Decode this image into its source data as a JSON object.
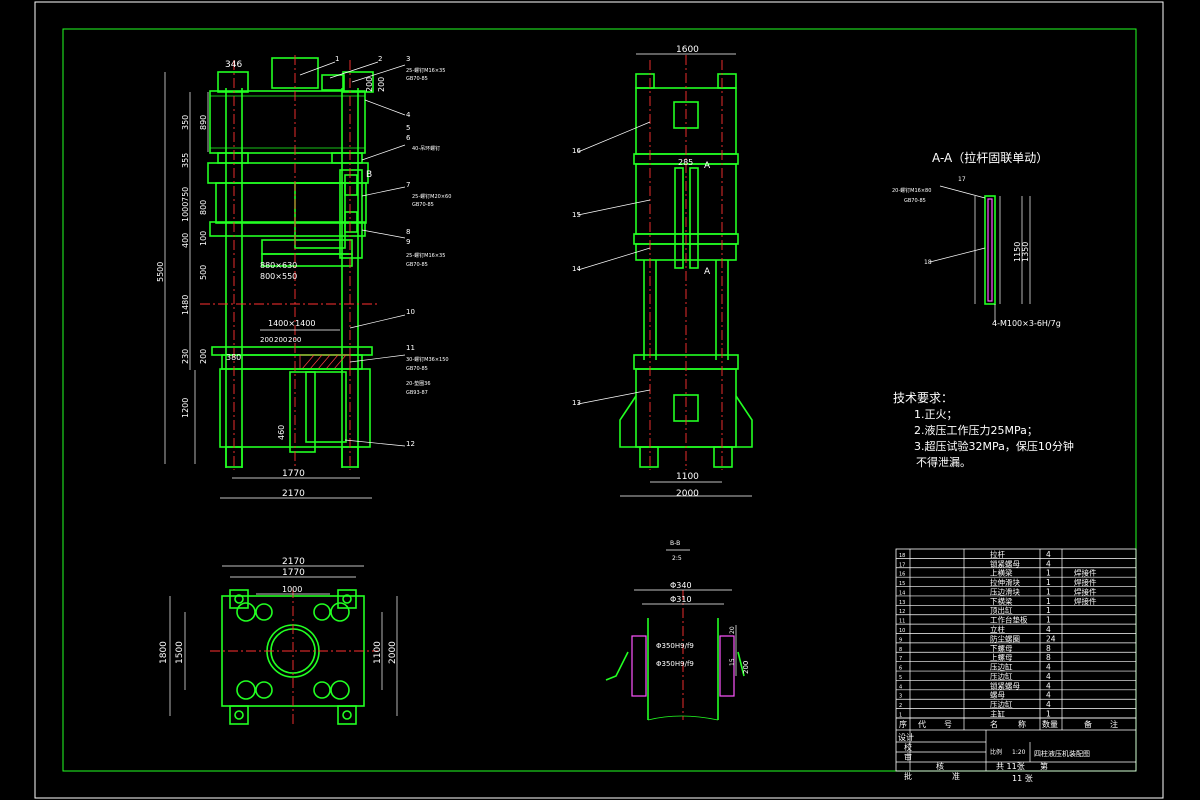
{
  "colors": {
    "background": "#000000",
    "outline": "#22ff22",
    "centerline": "#ff3030",
    "dimension": "#ffffff",
    "section": "#ff55ff"
  },
  "front_view": {
    "dims_top": [
      "346",
      "200",
      "200"
    ],
    "dims_left": [
      "350",
      "890",
      "355",
      "750",
      "1000",
      "800",
      "400",
      "100",
      "500",
      "1480",
      "230",
      "200",
      "1200",
      "5500"
    ],
    "dims_inner": [
      "880×630",
      "800×550",
      "1400×1400",
      "200",
      "200",
      "200",
      "380",
      "460"
    ],
    "dim_1770": "1770",
    "dim_2170": "2170",
    "callouts": [
      "1",
      "2",
      "3",
      "4",
      "5",
      "6",
      "7",
      "8",
      "9",
      "10",
      "11",
      "12"
    ],
    "callout_notes": [
      "25-螺钉M16×35",
      "GB70-85",
      "40-吊环螺钉",
      "25-螺钉M20×60",
      "GB70-85",
      "25-螺钉M16×35",
      "GB70-85",
      "30-螺钉M36×150",
      "GB70-85",
      "20-垫圈36",
      "GB93-87"
    ],
    "section_mark": "B"
  },
  "side_view": {
    "dim_top": "1600",
    "dim_285": "285",
    "dim_1100": "1100",
    "dim_2000": "2000",
    "callouts": [
      "16",
      "15",
      "14",
      "13"
    ],
    "section_mark": "A"
  },
  "section_aa": {
    "title": "A-A（拉杆固联单动）",
    "callouts": [
      "17",
      "18"
    ],
    "notes": [
      "20-螺钉M16×80",
      "GB70-85"
    ],
    "dims": [
      "1150",
      "1350"
    ],
    "thread": "4-M100×3-6H/7g"
  },
  "tech_req": {
    "heading": "技术要求：",
    "items": [
      "1.正火；",
      "2.液压工作压力25MPa；",
      "3.超压试验32MPa，保压10分钟",
      "不得泄漏。"
    ]
  },
  "plan_view": {
    "dim_2170": "2170",
    "dim_1770": "1770",
    "dim_1000": "1000",
    "dims_left": [
      "1800",
      "1500"
    ],
    "dims_right": [
      "1100",
      "2000"
    ]
  },
  "detail_bb": {
    "title": "B-B",
    "scale": "2:5",
    "dims": [
      "Φ340",
      "Φ310",
      "Φ350H9/f9",
      "Φ350H9/f9",
      "20",
      "15",
      "200"
    ]
  },
  "parts_table": {
    "rows": [
      [
        "18",
        "拉杆",
        "4",
        ""
      ],
      [
        "17",
        "锁紧螺母",
        "4",
        ""
      ],
      [
        "16",
        "上横梁",
        "1",
        "焊接件"
      ],
      [
        "15",
        "拉伸滑块",
        "1",
        "焊接件"
      ],
      [
        "14",
        "压边滑块",
        "1",
        "焊接件"
      ],
      [
        "13",
        "下横梁",
        "1",
        "焊接件"
      ],
      [
        "12",
        "顶出缸",
        "1",
        ""
      ],
      [
        "11",
        "工作台垫板",
        "1",
        ""
      ],
      [
        "10",
        "立柱",
        "4",
        ""
      ],
      [
        "9",
        "防尘螺圈",
        "24",
        ""
      ],
      [
        "8",
        "下螺母",
        "8",
        ""
      ],
      [
        "7",
        "上螺母",
        "8",
        ""
      ],
      [
        "6",
        "压边缸",
        "4",
        ""
      ],
      [
        "5",
        "压边缸",
        "4",
        ""
      ],
      [
        "4",
        "锁紧螺母",
        "4",
        ""
      ],
      [
        "3",
        "螺母",
        "4",
        ""
      ],
      [
        "2",
        "压边缸",
        "4",
        ""
      ],
      [
        "1",
        "主缸",
        "1",
        ""
      ]
    ],
    "header": [
      "序",
      "代",
      "号",
      "名",
      "称",
      "数量",
      "备",
      "注"
    ],
    "title_block": {
      "labels": [
        "设计",
        "校",
        "审",
        "核",
        "批",
        "准"
      ],
      "material": "比例",
      "scale": "1:20",
      "drawing_title": "四柱液压机装配图",
      "sheets_total": "共 11张",
      "sheet": "第",
      "sheet_no": "11 张"
    }
  }
}
